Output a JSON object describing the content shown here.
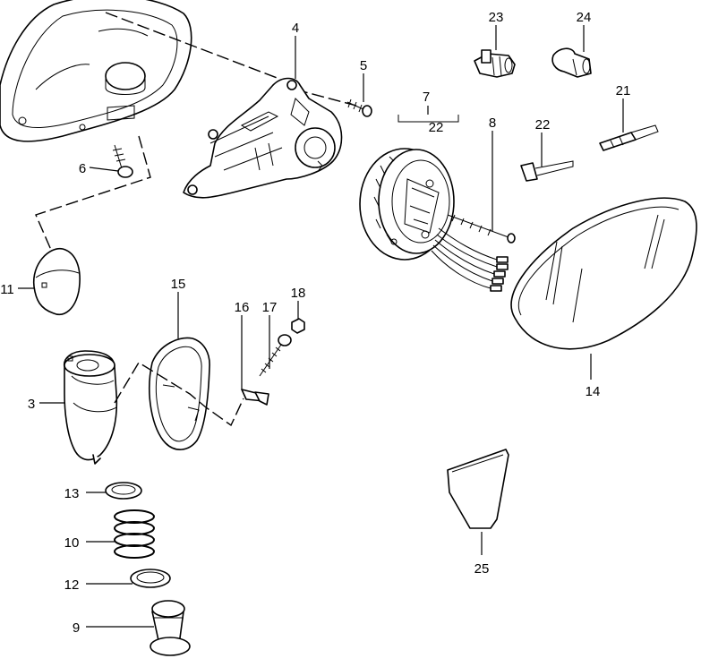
{
  "callouts": {
    "p23": "23",
    "p24": "24",
    "p4": "4",
    "p5": "5",
    "p7": "7",
    "p22a": "22",
    "p8": "8",
    "p22b": "22",
    "p21": "21",
    "p6": "6",
    "p11": "11",
    "p15": "15",
    "p16": "16",
    "p17": "17",
    "p18": "18",
    "p3": "3",
    "p14": "14",
    "p13": "13",
    "p10": "10",
    "p12": "12",
    "p9": "9",
    "p25": "25"
  }
}
